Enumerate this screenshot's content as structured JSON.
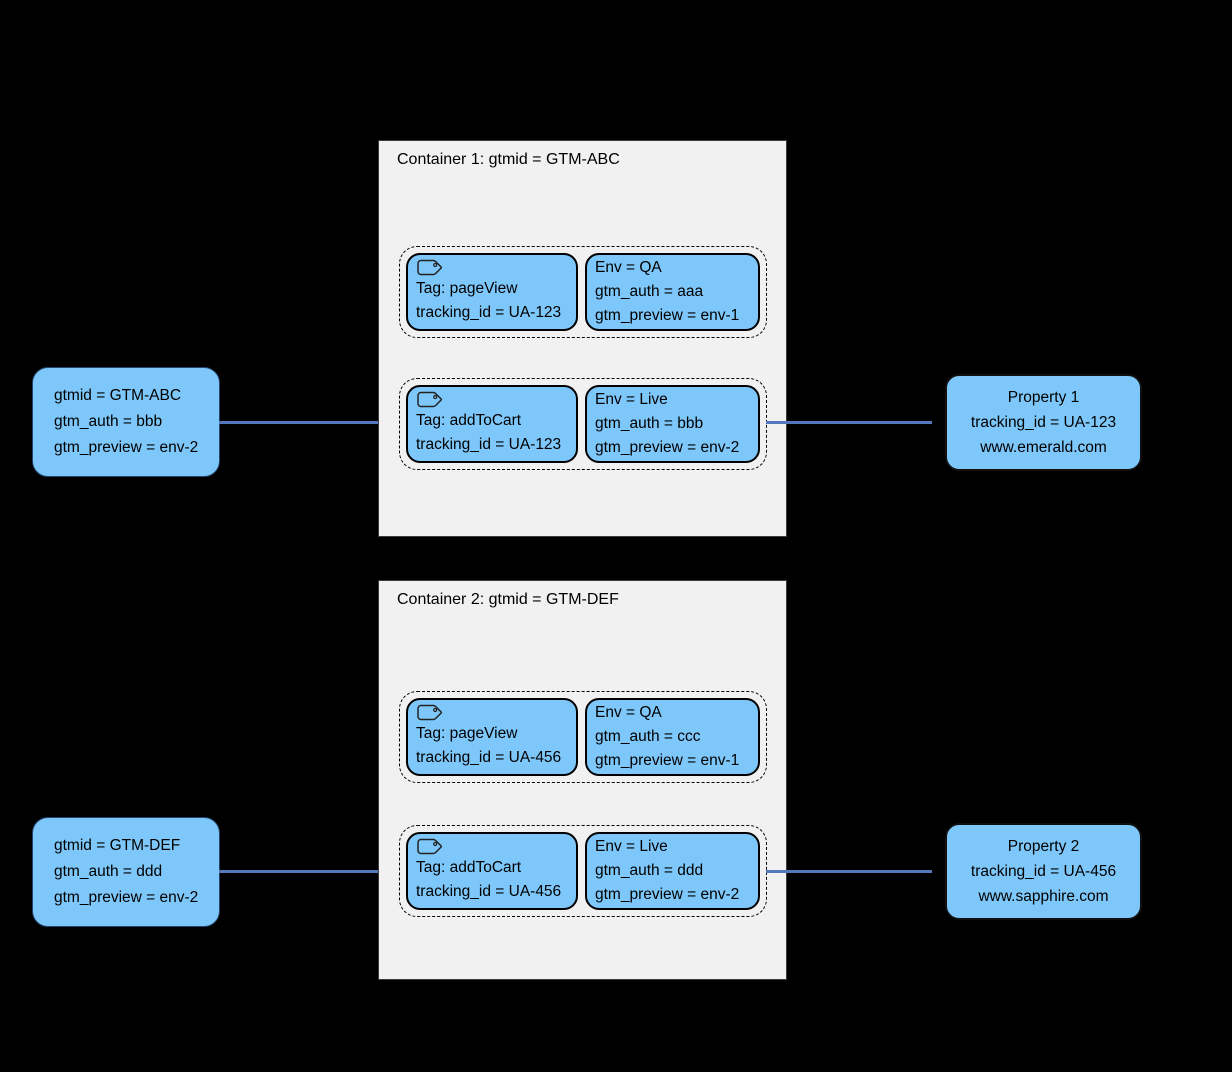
{
  "colors": {
    "background": "#000000",
    "box_blue": "#7EC7FA",
    "container_gray": "#F1F1F1",
    "connector_blue": "#5577BE",
    "arrowhead": "#000000"
  },
  "flows": [
    {
      "snippet": {
        "lines": [
          "gtmid = GTM-ABC",
          "gtm_auth = bbb",
          "gtm_preview = env-2"
        ]
      },
      "container": {
        "title": "Container 1: gtmid = GTM-ABC",
        "rows": [
          {
            "tag": {
              "icon": "tag-icon",
              "lines": [
                "Tag: pageView",
                "tracking_id = UA-123"
              ]
            },
            "env": {
              "lines": [
                "Env = QA",
                "gtm_auth = aaa",
                "gtm_preview = env-1"
              ]
            }
          },
          {
            "tag": {
              "icon": "tag-icon",
              "lines": [
                "Tag: addToCart",
                "tracking_id = UA-123"
              ]
            },
            "env": {
              "lines": [
                "Env = Live",
                "gtm_auth = bbb",
                "gtm_preview = env-2"
              ]
            }
          }
        ]
      },
      "property": {
        "lines": [
          "Property 1",
          "tracking_id = UA-123",
          "www.emerald.com"
        ]
      }
    },
    {
      "snippet": {
        "lines": [
          "gtmid = GTM-DEF",
          "gtm_auth = ddd",
          "gtm_preview = env-2"
        ]
      },
      "container": {
        "title": "Container 2: gtmid = GTM-DEF",
        "rows": [
          {
            "tag": {
              "icon": "tag-icon",
              "lines": [
                "Tag: pageView",
                "tracking_id = UA-456"
              ]
            },
            "env": {
              "lines": [
                "Env = QA",
                "gtm_auth = ccc",
                "gtm_preview = env-1"
              ]
            }
          },
          {
            "tag": {
              "icon": "tag-icon",
              "lines": [
                "Tag: addToCart",
                "tracking_id = UA-456"
              ]
            },
            "env": {
              "lines": [
                "Env = Live",
                "gtm_auth = ddd",
                "gtm_preview = env-2"
              ]
            }
          }
        ]
      },
      "property": {
        "lines": [
          "Property 2",
          "tracking_id = UA-456",
          "www.sapphire.com"
        ]
      }
    }
  ]
}
